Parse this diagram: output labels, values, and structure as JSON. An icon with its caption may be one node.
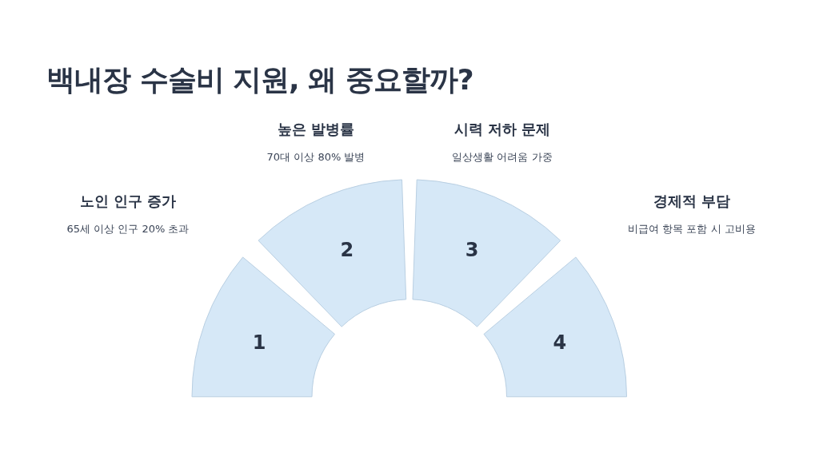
{
  "diagram": {
    "title": "백내장 수술비 지원, 왜 중요할까?",
    "nodes": [
      {
        "text": [
          "1"
        ],
        "beside": [
          "노인 인구 증가",
          "65세 이상 인구 20% 초과"
        ]
      },
      {
        "text": [
          "2"
        ],
        "beside": [
          "높은 발병률",
          "70대 이상 80% 발병"
        ]
      },
      {
        "text": [
          "3"
        ],
        "beside": [
          "시력 저하 문제",
          "일상생활 어려움 가중"
        ]
      },
      {
        "text": [
          "4"
        ],
        "beside": [
          "경제적 부담",
          "비급여 항목 포함 시 고비용"
        ]
      }
    ]
  }
}
